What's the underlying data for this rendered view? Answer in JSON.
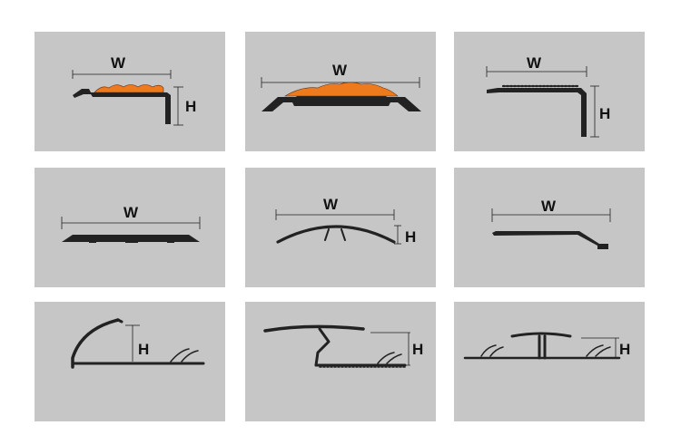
{
  "labels": {
    "width": "W",
    "height": "H"
  },
  "colors": {
    "panel": "#c6c6c6",
    "profile": "#222222",
    "insert": "#ee7a1e",
    "background": "#ffffff"
  },
  "profiles": [
    {
      "id": "stair-nosing-insert",
      "dims": [
        "W",
        "H"
      ]
    },
    {
      "id": "reducer-insert",
      "dims": [
        "W"
      ]
    },
    {
      "id": "stair-nosing-ribbed",
      "dims": [
        "W",
        "H"
      ]
    },
    {
      "id": "flat-threshold",
      "dims": [
        "W"
      ]
    },
    {
      "id": "curved-cover-strip",
      "dims": [
        "W",
        "H"
      ]
    },
    {
      "id": "end-ramp",
      "dims": [
        "W"
      ]
    },
    {
      "id": "end-cap-carpet",
      "dims": [
        "H"
      ]
    },
    {
      "id": "z-bar-transition",
      "dims": [
        "H"
      ]
    },
    {
      "id": "t-molding",
      "dims": [
        "H"
      ]
    }
  ]
}
